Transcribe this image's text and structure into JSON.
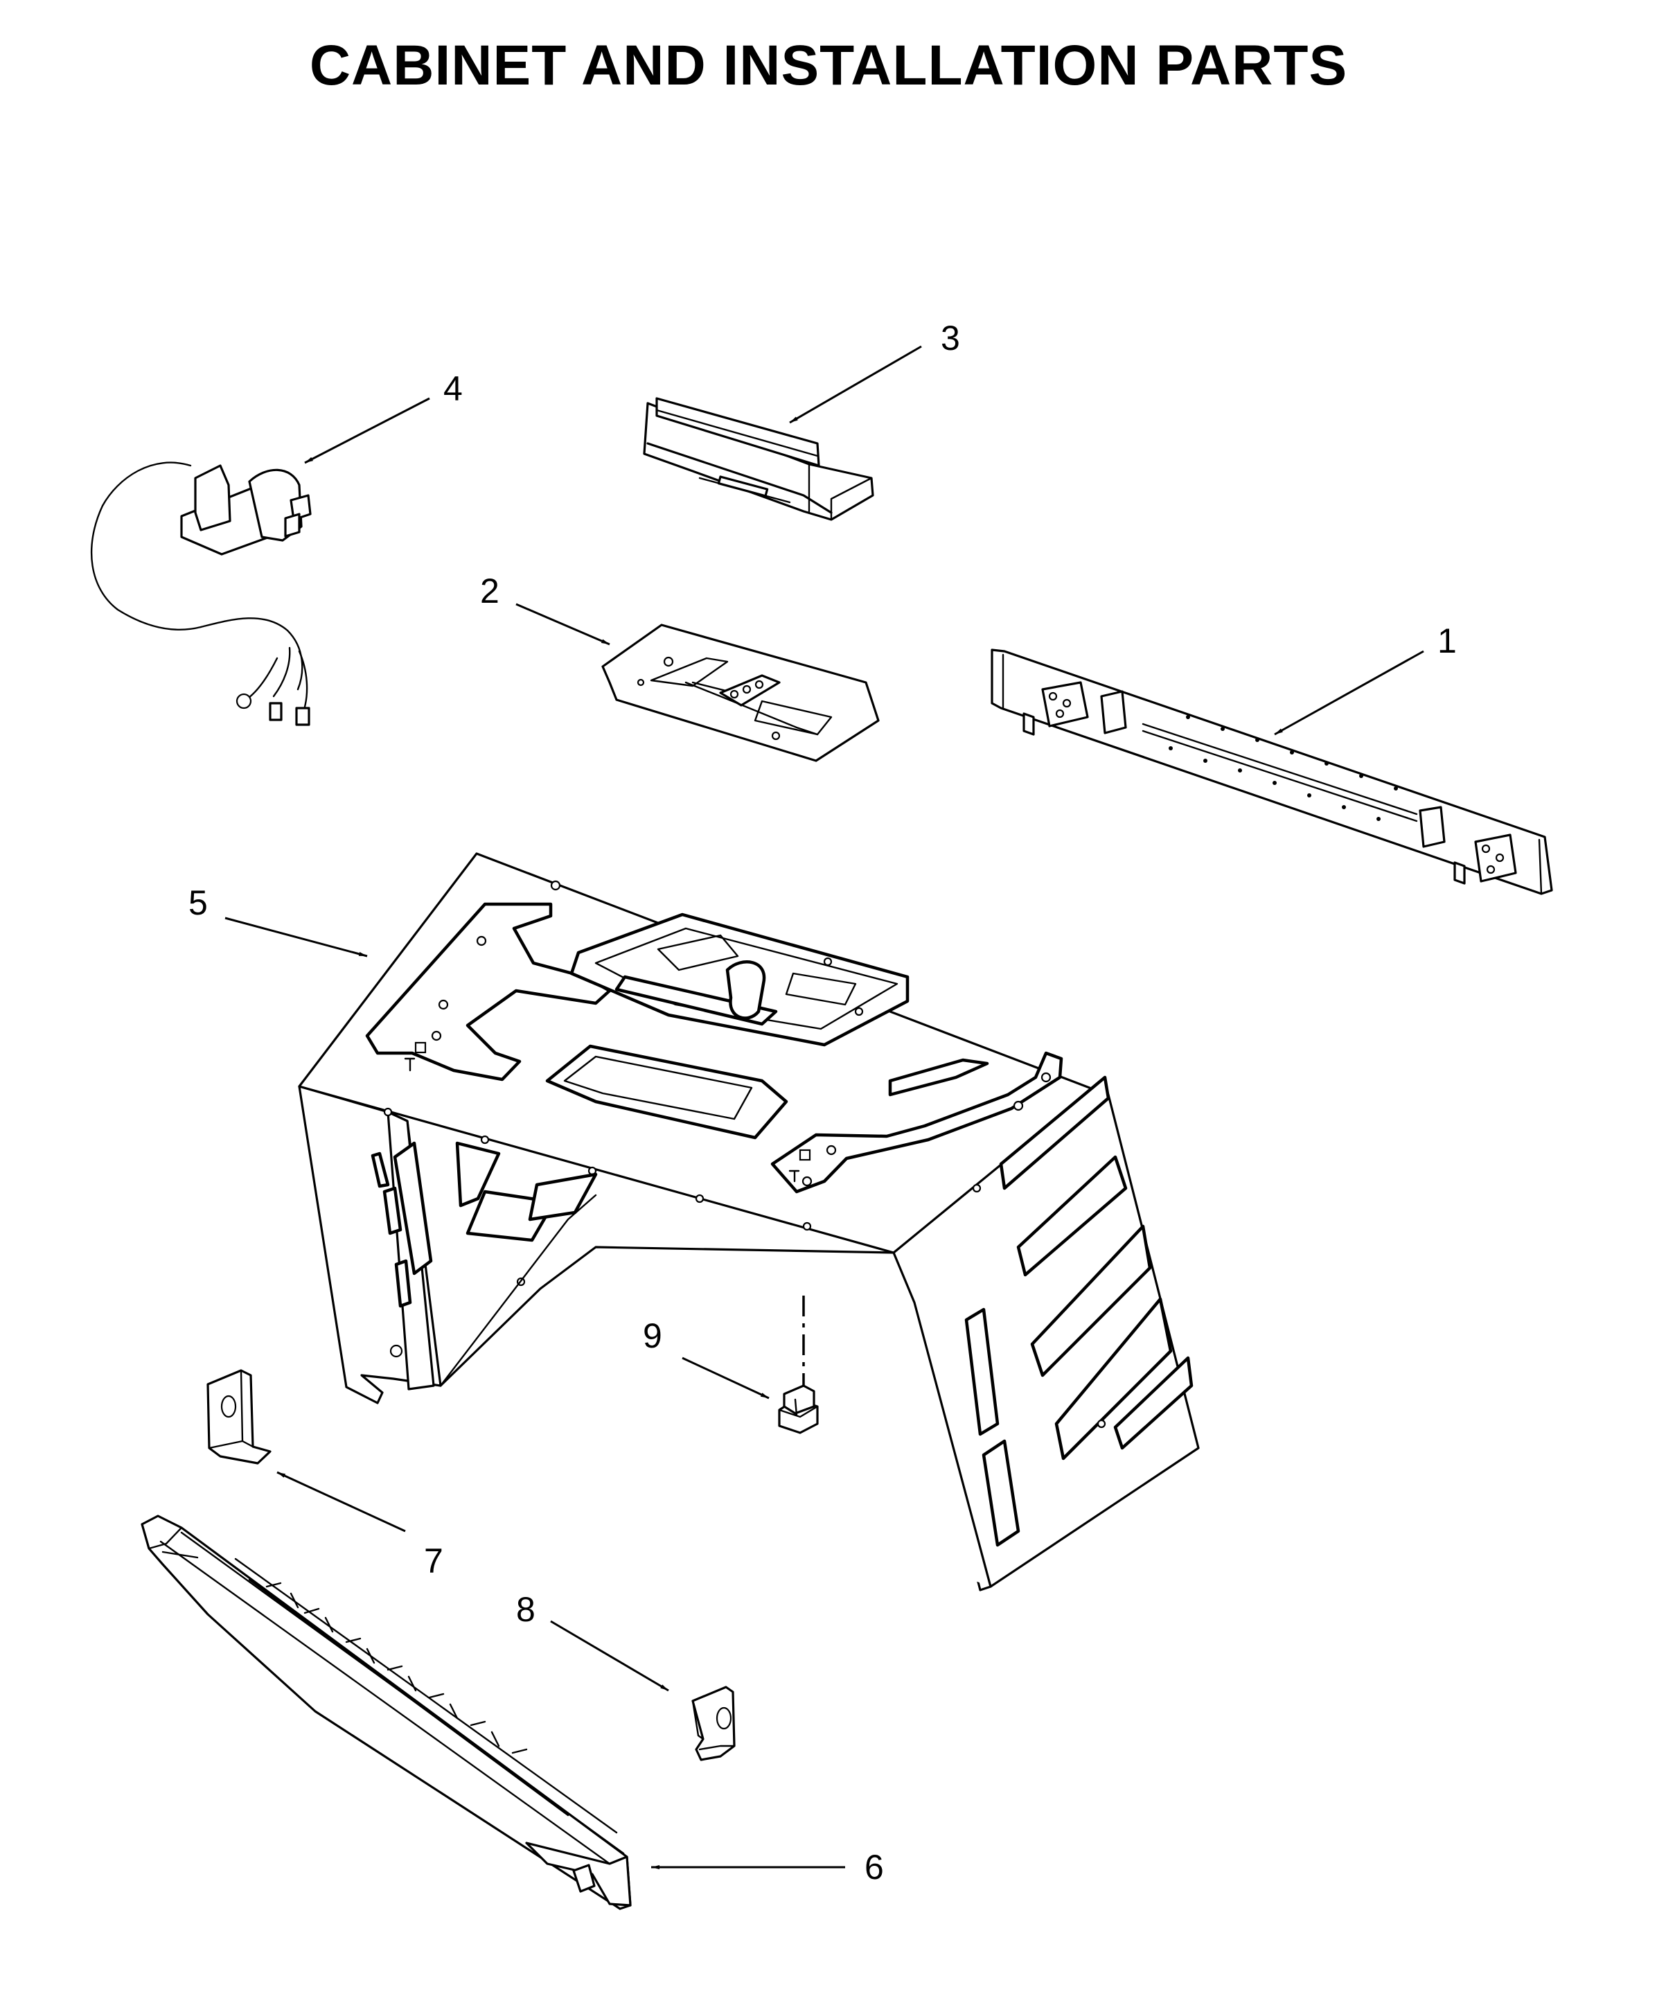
{
  "title": "CABINET AND INSTALLATION PARTS",
  "callouts": {
    "c1": "1",
    "c2": "2",
    "c3": "3",
    "c4": "4",
    "c5": "5",
    "c6": "6",
    "c7": "7",
    "c8": "8",
    "c9": "9"
  }
}
